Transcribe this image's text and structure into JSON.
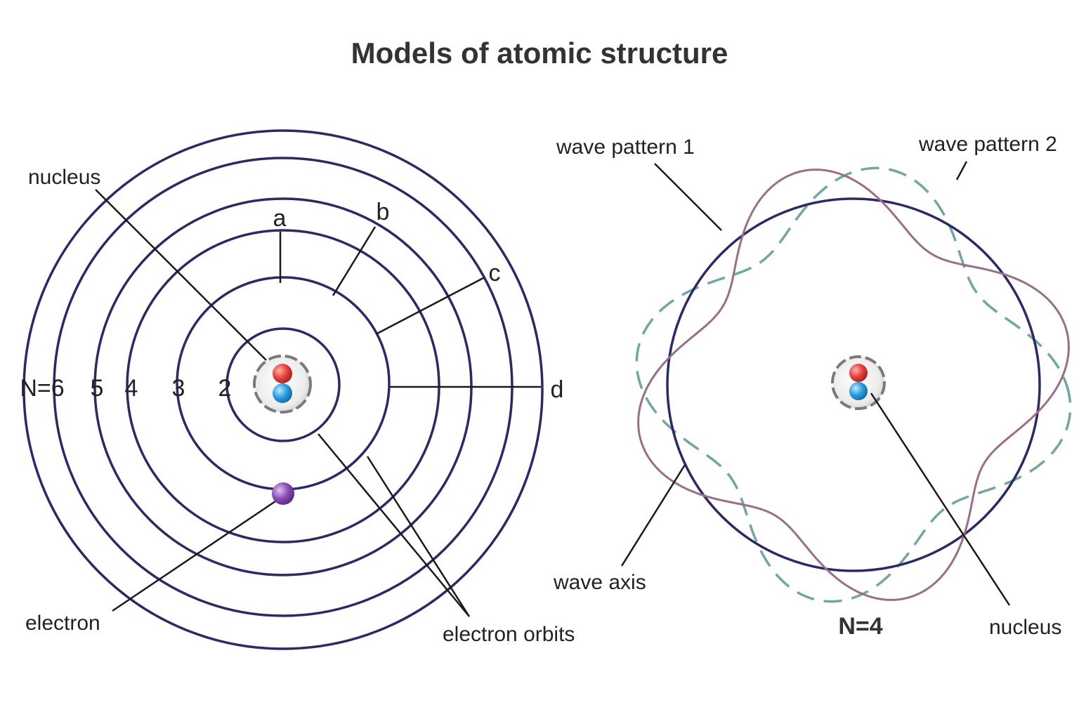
{
  "title": "Models of atomic structure",
  "left_model": {
    "shell_labels": [
      "N=6",
      "5",
      "4",
      "3",
      "2"
    ],
    "radius_labels": [
      "a",
      "b",
      "c",
      "d"
    ],
    "callouts": {
      "nucleus": "nucleus",
      "electron": "electron",
      "electron_orbits": "electron orbits"
    }
  },
  "right_model": {
    "callouts": {
      "wave_pattern_1": "wave pattern 1",
      "wave_pattern_2": "wave pattern 2",
      "wave_axis": "wave axis",
      "nucleus": "nucleus"
    },
    "shell_label": "N=4"
  },
  "colors": {
    "orbit": "#2f2868",
    "wave_pattern_1": "#9a6e84",
    "wave_pattern_2": "#6fa7a3",
    "proton": "#e8413e",
    "neutron": "#2a9be0",
    "electron": "#8b4bb5",
    "nucleus_shell": "#e8e8e8",
    "nucleus_ring": "#777777"
  }
}
